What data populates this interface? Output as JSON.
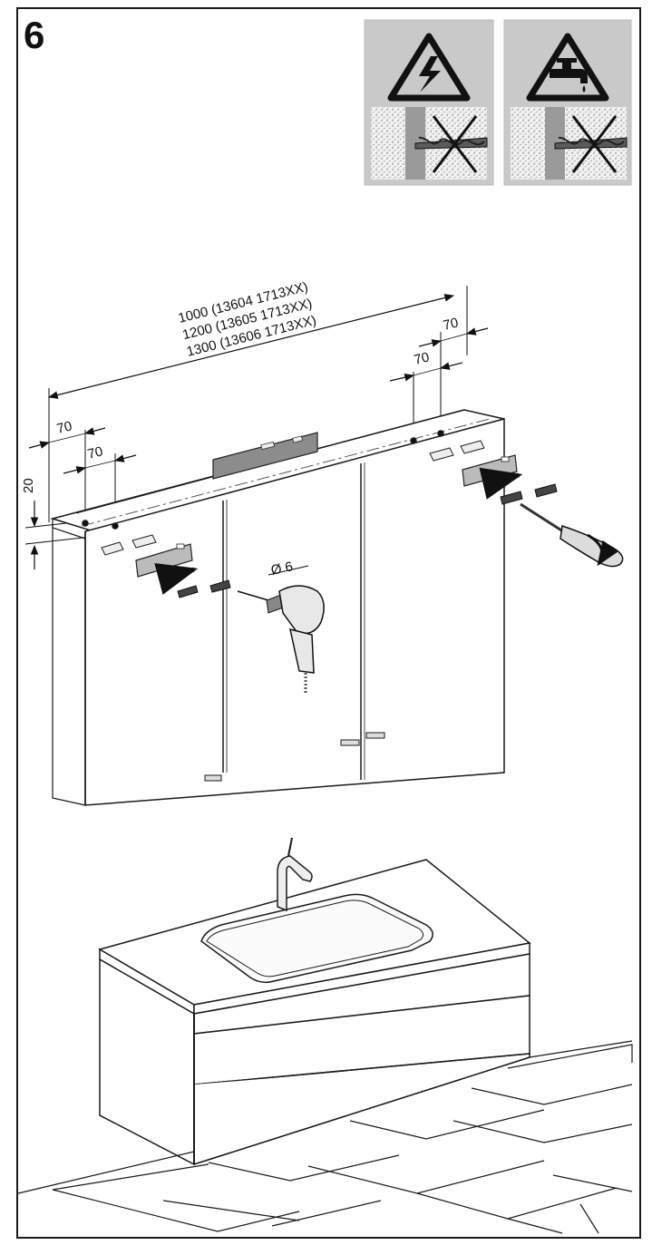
{
  "step": {
    "number": "6"
  },
  "warnings": [
    {
      "name": "electric-hazard",
      "icon": "lightning-warning-icon"
    },
    {
      "name": "water-hazard",
      "icon": "tap-warning-icon"
    }
  ],
  "dimensions": {
    "width_line1": "1000 (13604 1713XX)",
    "width_line2": "1200 (13605 1713XX)",
    "width_line3": "1300 (13606 1713XX)",
    "left_offset_outer": "70",
    "left_offset_inner": "70",
    "right_offset_outer": "70",
    "right_offset_inner": "70",
    "height_offset": "20",
    "drill_diameter": "Ø 6"
  },
  "colors": {
    "ink": "#1a1a1a",
    "warning_bg": "#c9c9c9",
    "level_gray": "#8c8c8c"
  }
}
